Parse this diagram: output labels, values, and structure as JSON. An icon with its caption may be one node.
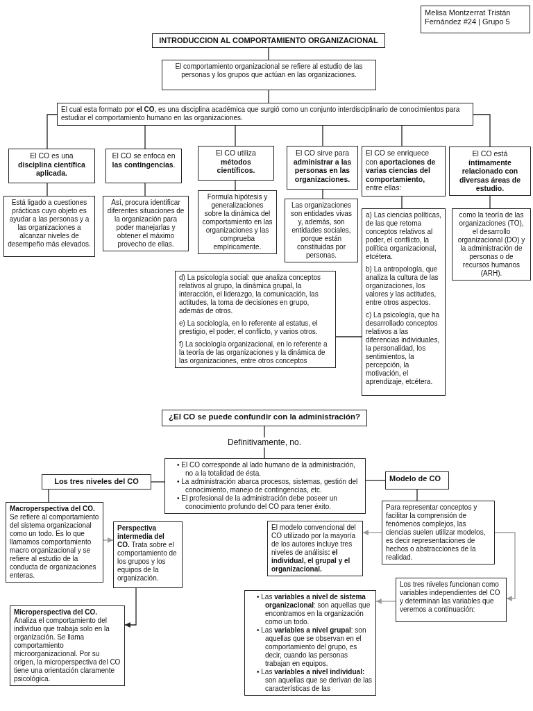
{
  "diagram": {
    "nodes": [
      {
        "text": [
          "Melisa Montzerrat Tristán Fernández #24 | Grupo 5"
        ]
      },
      {
        "text": [
          "INTRODUCCION AL COMPORTAMIENTO ORGANIZACIONAL"
        ]
      },
      {
        "text": [
          "El comportamiento organizacional se refiere al estudio de las personas y los grupos que actúan en las organizaciones."
        ]
      },
      {
        "text": [
          "El cual esta formato por **el CO**, es una disciplina académica que surgió como un conjunto interdisciplinario de conocimientos para estudiar el comportamiento humano en las organizaciones."
        ]
      },
      {
        "text": [
          "El CO es una **disciplina científica aplicada.**"
        ]
      },
      {
        "text": [
          "El CO se enfoca en **las contingencias**."
        ]
      },
      {
        "text": [
          "El CO utiliza **métodos científicos.**"
        ]
      },
      {
        "text": [
          "El CO sirve para **administrar a las personas en las organizaciones.**"
        ]
      },
      {
        "text": [
          "El CO se enriquece con **aportaciones de varias ciencias del comportamiento,** entre ellas:"
        ]
      },
      {
        "text": [
          "El CO está **íntimamente relacionado con diversas áreas de estudio.**"
        ]
      },
      {
        "text": [
          "Está ligado a cuestiones prácticas cuyo objeto es ayudar a las personas y a las organizaciones a alcanzar niveles de desempeño más elevados."
        ]
      },
      {
        "text": [
          "Así, procura identificar diferentes situaciones de la organización para poder manejarlas y obtener el máximo provecho de ellas."
        ]
      },
      {
        "text": [
          "Formula hipótesis y generalizaciones sobre la dinámica del comportamiento en las organizaciones y las comprueba empíricamente."
        ]
      },
      {
        "text": [
          "Las organizaciones son entidades vivas y, además, son entidades sociales, porque están constituidas por personas."
        ]
      },
      {
        "text": [
          "a) Las ciencias políticas, de las que retoma conceptos relativos al poder, el conflicto, la política organizacional, etcétera.",
          "b) La antropología, que analiza la cultura de las organizaciones, los valores y las actitudes, entre otros aspectos.",
          "c) La psicología, que ha desarrollado conceptos relativos a las diferencias individuales, la personalidad, los sentimientos, la percepción, la motivación, el aprendizaje, etcétera."
        ]
      },
      {
        "text": [
          "como la teoría de las organizaciones (TO), el desarrollo organizacional (DO) y la administración de personas o de recursos humanos (ARH)."
        ]
      },
      {
        "text": [
          "d) La psicología social: que analiza conceptos relativos al grupo, la dinámica grupal, la interacción, el liderazgo, la comunicación, las actitudes, la toma de decisiones en grupo, además de otros.",
          "e) La sociología, en lo referente al estatus, el prestigio, el poder, el conflicto, y varios otros.",
          "f) La sociología organizacional, en lo referente a la teoría de las organizaciones y la dinámica de las organizaciones, entre otros conceptos"
        ]
      },
      {
        "text": [
          "¿El CO se puede confundir con la administración?"
        ]
      },
      {
        "text": [
          "Definitivamente, no."
        ]
      },
      {
        "text": [
          "• El CO corresponde al lado humano de la administración, no a la totalidad de ésta.",
          "• La administración abarca procesos, sistemas, gestión del conocimiento, manejo de contingencias, etc.",
          "• El profesional de la administración debe poseer un conocimiento profundo del CO para tener éxito."
        ]
      },
      {
        "text": [
          "Los tres niveles del CO"
        ]
      },
      {
        "text": [
          "Modelo de CO"
        ]
      },
      {
        "text": [
          "**Macroperspectiva del CO.** Se refiere al comportamiento del sistema organizacional como un todo. Es lo que llamamos comportamiento macro organizacional y se refiere al estudio de la conducta de organizaciones enteras."
        ]
      },
      {
        "text": [
          "**Perspectiva intermedia del CO.** Trata sobre el comportamiento de los grupos y los equipos de la organización."
        ]
      },
      {
        "text": [
          "**Microperspectiva del CO.** Analiza el comportamiento del individuo que trabaja solo en la organización. Se llama comportamiento microorganizacional. Por su origen, la microperspectiva del CO tiene una orientación claramente psicológica."
        ]
      },
      {
        "text": [
          "Para representar conceptos y facilitar la comprensión de fenómenos complejos, las ciencias suelen utilizar modelos, es decir representaciones de hechos o abstracciones de la realidad."
        ]
      },
      {
        "text": [
          "El modelo convencional del CO utilizado por la mayoría de los autores incluye tres niveles de análisis**: el individual, el grupal y el organizacional.**"
        ]
      },
      {
        "text": [
          "Los tres niveles funcionan como variables independientes del CO y determinan las variables que veremos a continuación:"
        ]
      },
      {
        "text": [
          "• Las **variables a nivel de sistema organizacional**: son aquellas que encontramos en la organización como un todo.",
          "• Las **variables a nivel grupal**: son aquellas que se observan en el comportamiento del grupo, es decir, cuando las personas trabajan en equipos.",
          "• Las **variables a nivel individual:** son aquellas que se derivan de las características de las"
        ]
      }
    ],
    "edges": [
      {
        "from": 1,
        "to": 2,
        "arrow": "none"
      },
      {
        "from": 2,
        "to": 3,
        "arrow": "none"
      },
      {
        "from": 3,
        "to": 4,
        "arrow": "none"
      },
      {
        "from": 3,
        "to": 5,
        "arrow": "none"
      },
      {
        "from": 3,
        "to": 6,
        "arrow": "none"
      },
      {
        "from": 3,
        "to": 7,
        "arrow": "none"
      },
      {
        "from": 3,
        "to": 8,
        "arrow": "none"
      },
      {
        "from": 3,
        "to": 9,
        "arrow": "none"
      },
      {
        "from": 4,
        "to": 10,
        "arrow": "none"
      },
      {
        "from": 5,
        "to": 11,
        "arrow": "none"
      },
      {
        "from": 6,
        "to": 12,
        "arrow": "none"
      },
      {
        "from": 7,
        "to": 13,
        "arrow": "none"
      },
      {
        "from": 8,
        "to": 14,
        "arrow": "none"
      },
      {
        "from": 9,
        "to": 15,
        "arrow": "none"
      },
      {
        "from": 16,
        "to": 14,
        "arrow": "none"
      },
      {
        "from": 17,
        "to": 18,
        "arrow": "none"
      },
      {
        "from": 18,
        "to": 19,
        "arrow": "none"
      },
      {
        "from": 19,
        "to": 20,
        "arrow": "none"
      },
      {
        "from": 19,
        "to": 21,
        "arrow": "none"
      },
      {
        "from": 20,
        "to": 22,
        "arrow": "none"
      },
      {
        "from": 22,
        "to": 23,
        "arrow": "to",
        "color": "#9a9a9a"
      },
      {
        "from": 23,
        "to": 24,
        "arrow": "to"
      },
      {
        "from": 21,
        "to": 25,
        "arrow": "none"
      },
      {
        "from": 25,
        "to": 26,
        "arrow": "to",
        "color": "#9a9a9a"
      },
      {
        "from": 25,
        "to": 27,
        "arrow": "to",
        "color": "#9a9a9a"
      },
      {
        "from": 27,
        "to": 28,
        "arrow": "to",
        "color": "#9a9a9a"
      }
    ]
  }
}
